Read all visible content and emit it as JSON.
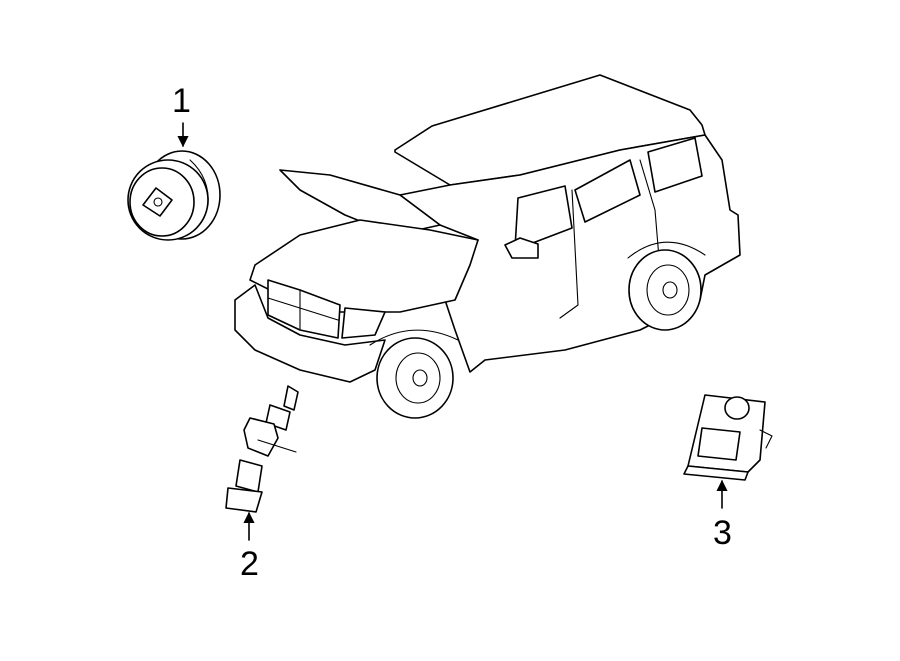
{
  "callouts": [
    {
      "id": "1",
      "label": "1"
    },
    {
      "id": "2",
      "label": "2"
    },
    {
      "id": "3",
      "label": "3"
    }
  ],
  "icons": [
    "horn-icon",
    "sensor-icon",
    "module-icon",
    "vehicle-illustration"
  ]
}
